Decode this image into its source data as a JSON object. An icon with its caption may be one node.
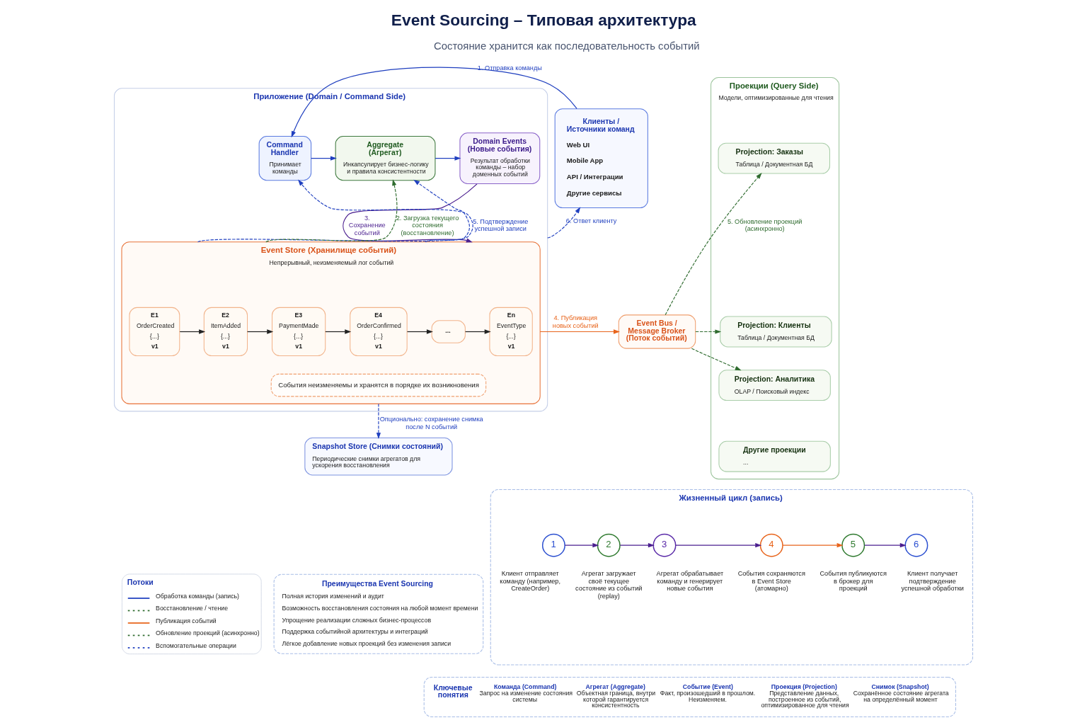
{
  "diagram": {
    "title": "Event Sourcing – Типовая архитектура",
    "nodes": [
      {
        "text": [
          "Клиенты / Источники команд",
          "Web UI",
          "Mobile App",
          "API / Интеграции",
          "Другие сервисы"
        ]
      },
      {
        "text": [
          "Приложение (Domain / Command Side)"
        ]
      },
      {
        "text": [
          "Command Handler",
          "Принимает команды"
        ],
        "in": 1
      },
      {
        "text": [
          "Aggregate (Агрегат)",
          "Инкапсулирует бизнес-логику и правила консистентности"
        ],
        "in": 1
      },
      {
        "text": [
          "Domain Events (Новые события)",
          "Результат обработки команды – набор доменных событий"
        ],
        "in": 1
      },
      {
        "text": [
          "Event Store (Хранилище событий)",
          "Непрерывный, неизменяемый лог событий"
        ],
        "in": 1
      },
      {
        "text": [
          "E1",
          "OrderCreated",
          "{...}",
          "v1"
        ],
        "in": 5
      },
      {
        "text": [
          "E2",
          "ItemAdded",
          "{...}",
          "v1"
        ],
        "in": 5
      },
      {
        "text": [
          "E3",
          "PaymentMade",
          "{...}",
          "v1"
        ],
        "in": 5
      },
      {
        "text": [
          "E4",
          "OrderConfirmed",
          "{...}",
          "v1"
        ],
        "in": 5
      },
      {
        "text": [
          "..."
        ],
        "in": 5
      },
      {
        "text": [
          "En",
          "EventType",
          "{...}",
          "v1"
        ],
        "in": 5
      },
      {
        "text": [
          "События неизменяемы и хранятся в порядке их возникновения"
        ],
        "in": 5
      },
      {
        "text": [
          "Проекции (Query Side)",
          "Модели, оптимизированные для чтения"
        ]
      },
      {
        "text": [
          "Projection: Заказы",
          "Таблица / Документная БД"
        ],
        "in": 13
      },
      {
        "text": [
          "Projection: Клиенты",
          "Таблица / Документная БД"
        ],
        "in": 13
      },
      {
        "text": [
          "Projection: Аналитика",
          "OLAP / Поисковый индекс"
        ],
        "in": 13
      },
      {
        "text": [
          "Другие проекции",
          "..."
        ],
        "in": 13
      },
      {
        "text": [
          "Event Bus / Message Broker (Поток событий)"
        ]
      },
      {
        "text": [
          "Snapshot Store (Снимки состояний)",
          "Периодические снимки агрегатов для ускорения восстановления"
        ]
      },
      {
        "text": [
          "Жизненный цикл (запись)"
        ]
      },
      {
        "text": [
          "1"
        ],
        "in": 20,
        "beside": [
          "Клиент отправляет команду (например, CreateOrder)"
        ]
      },
      {
        "text": [
          "2"
        ],
        "in": 20,
        "beside": [
          "Агрегат загружает своё текущее состояние из событий (replay)"
        ]
      },
      {
        "text": [
          "3"
        ],
        "in": 20,
        "beside": [
          "Агрегат обрабатывает команду и генерирует новые события"
        ]
      },
      {
        "text": [
          "4"
        ],
        "in": 20,
        "beside": [
          "События сохраняются в Event Store (атомарно)"
        ]
      },
      {
        "text": [
          "5"
        ],
        "in": 20,
        "beside": [
          "События публикуются в брокер для проекций"
        ]
      },
      {
        "text": [
          "6"
        ],
        "in": 20,
        "beside": [
          "Клиент получает подтверждение успешной обработки"
        ]
      },
      {
        "text": [
          "Преимущества Event Sourcing",
          "Полная история изменений и аудит",
          "Возможность восстановления состояния на любой момент времени",
          "Упрощение реализации сложных бизнес-процессов",
          "Поддержка событийной архитектуры и интеграций",
          "Лёгкое добавление новых проекций без изменения записи"
        ]
      },
      {
        "text": [
          "Ключевые понятия",
          "Команда (Command)",
          "Запрос на изменение состояния системы",
          "Агрегат (Aggregate)",
          "Объектная граница, внутри которой гарантируется консистентность",
          "Событие (Event)",
          "Факт, произошедший в прошлом. Неизменяем.",
          "Проекция (Projection)",
          "Представление данных, построенное из событий, оптимизированное для чтения",
          "Снимок (Snapshot)",
          "Сохранённое состояние агрегата на определённый момент"
        ]
      }
    ],
    "edges": [
      {
        "from": 0,
        "to": 2,
        "arrow": "to",
        "label": "1. Отправка команды"
      },
      {
        "from": 2,
        "to": 3,
        "arrow": "to"
      },
      {
        "from": 3,
        "to": 4,
        "arrow": "to"
      },
      {
        "from": 1,
        "to": 0,
        "arrow": "to",
        "label": "6. Ответ клиенту",
        "style": "dashed"
      },
      {
        "from": 5,
        "to": 2,
        "arrow": "to",
        "label": "5. Подтверждение успешной записи",
        "style": "dashed"
      },
      {
        "from": 5,
        "to": 3,
        "arrow": "to",
        "label": "2. Загрузка текущего состояния (восстановление)",
        "style": "dashed",
        "color": "#2e6b2e"
      },
      {
        "from": 5,
        "to": 3,
        "arrow": "to",
        "style": "dashed"
      },
      {
        "from": 4,
        "to": 5,
        "arrow": "to",
        "label": "3. Сохранение событий",
        "color": "#4b1f8f"
      },
      {
        "from": 6,
        "to": 7,
        "arrow": "to",
        "color": "#222222"
      },
      {
        "from": 7,
        "to": 8,
        "arrow": "to",
        "color": "#222222"
      },
      {
        "from": 8,
        "to": 9,
        "arrow": "to",
        "color": "#222222"
      },
      {
        "from": 9,
        "to": 10,
        "arrow": "to",
        "color": "#222222"
      },
      {
        "from": 10,
        "to": 11,
        "arrow": "to",
        "color": "#222222"
      },
      {
        "from": 5,
        "to": 18,
        "arrow": "to",
        "label": "4. Публикация новых событий",
        "color": "#e8641b"
      },
      {
        "from": 18,
        "to": 14,
        "arrow": "to",
        "label": "5. Обновление проекций (асинхронно)",
        "style": "dashed",
        "color": "#2e6b2e"
      },
      {
        "from": 18,
        "to": 15,
        "arrow": "to",
        "style": "dashed",
        "color": "#2e6b2e"
      },
      {
        "from": 18,
        "to": 16,
        "arrow": "to",
        "style": "dashed",
        "color": "#2e6b2e"
      },
      {
        "from": 5,
        "to": 19,
        "arrow": "to",
        "label": "Опционально: сохранение снимка после N событий",
        "style": "dashed"
      },
      {
        "from": 21,
        "to": 22,
        "arrow": "to",
        "color": "#4b1f8f"
      },
      {
        "from": 22,
        "to": 23,
        "arrow": "to",
        "color": "#4b1f8f"
      },
      {
        "from": 23,
        "to": 24,
        "arrow": "to",
        "color": "#4b1f8f"
      },
      {
        "from": 24,
        "to": 25,
        "arrow": "to",
        "color": "#e8641b"
      },
      {
        "from": 25,
        "to": 26,
        "arrow": "to",
        "color": "#4b1f8f"
      }
    ],
    "labels": [
      "Состояние хранится как последовательность событий",
      "Потоки"
    ],
    "legend": [
      {
        "text": "Обработка команды (запись)"
      },
      {
        "text": "Восстановление / чтение"
      },
      {
        "text": "Публикация событий"
      },
      {
        "text": "Обновление проекций (асинхронно)"
      },
      {
        "text": "Вспомогательные операции"
      }
    ]
  }
}
